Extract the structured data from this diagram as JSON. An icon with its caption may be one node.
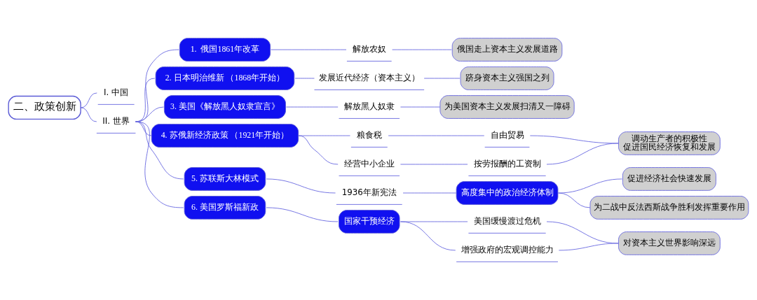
{
  "diagram": {
    "nodes": [
      {
        "text": [
          "二、政策创新"
        ]
      },
      {
        "text": [
          "I. 中国"
        ]
      },
      {
        "text": [
          "II. 世界"
        ]
      },
      {
        "text": [
          "1.  俄国1861年改革"
        ]
      },
      {
        "text": [
          "解放农奴"
        ]
      },
      {
        "text": [
          "俄国走上资本主义发展道路"
        ]
      },
      {
        "text": [
          "2. 日本明治维新 （1868年开始）"
        ]
      },
      {
        "text": [
          "发展近代经济（资本主义）"
        ]
      },
      {
        "text": [
          "跻身资本主义强国之列"
        ]
      },
      {
        "text": [
          "3. 美国《解放黑人奴隶宣言》"
        ]
      },
      {
        "text": [
          "解放黑人奴隶"
        ]
      },
      {
        "text": [
          "为美国资本主义发展扫清又一障碍"
        ]
      },
      {
        "text": [
          "4. 苏俄新经济政策 （1921年开始）"
        ]
      },
      {
        "text": [
          "粮食税"
        ]
      },
      {
        "text": [
          "自由贸易"
        ]
      },
      {
        "text": [
          "经营中小企业"
        ]
      },
      {
        "text": [
          "按劳报酬的工资制"
        ]
      },
      {
        "text": [
          "调动生产者的积极性",
          "促进国民经济恢复和发展"
        ]
      },
      {
        "text": [
          "5. 苏联斯大林模式"
        ]
      },
      {
        "text": [
          "1936年新宪法"
        ]
      },
      {
        "text": [
          "高度集中的政治经济体制"
        ]
      },
      {
        "text": [
          "促进经济社会快速发展"
        ]
      },
      {
        "text": [
          "为二战中反法西斯战争胜利发挥重要作用"
        ]
      },
      {
        "text": [
          "6. 美国罗斯福新政"
        ]
      },
      {
        "text": [
          "国家干预经济"
        ]
      },
      {
        "text": [
          "美国缓慢渡过危机"
        ]
      },
      {
        "text": [
          "增强政府的宏观调控能力"
        ]
      },
      {
        "text": [
          "对资本主义世界影响深远"
        ]
      }
    ],
    "edges": [
      {
        "from": 0,
        "to": 1,
        "arrow": "none"
      },
      {
        "from": 0,
        "to": 2,
        "arrow": "none"
      },
      {
        "from": 2,
        "to": 3,
        "arrow": "none"
      },
      {
        "from": 2,
        "to": 6,
        "arrow": "none"
      },
      {
        "from": 2,
        "to": 9,
        "arrow": "none"
      },
      {
        "from": 2,
        "to": 12,
        "arrow": "none"
      },
      {
        "from": 2,
        "to": 18,
        "arrow": "none"
      },
      {
        "from": 2,
        "to": 23,
        "arrow": "none"
      },
      {
        "from": 3,
        "to": 4,
        "arrow": "none"
      },
      {
        "from": 4,
        "to": 5,
        "arrow": "none"
      },
      {
        "from": 6,
        "to": 7,
        "arrow": "none"
      },
      {
        "from": 7,
        "to": 8,
        "arrow": "none"
      },
      {
        "from": 9,
        "to": 10,
        "arrow": "none"
      },
      {
        "from": 10,
        "to": 11,
        "arrow": "none"
      },
      {
        "from": 12,
        "to": 13,
        "arrow": "none"
      },
      {
        "from": 13,
        "to": 14,
        "arrow": "none"
      },
      {
        "from": 12,
        "to": 15,
        "arrow": "none"
      },
      {
        "from": 15,
        "to": 16,
        "arrow": "none"
      },
      {
        "from": 14,
        "to": 17,
        "arrow": "none"
      },
      {
        "from": 16,
        "to": 17,
        "arrow": "none"
      },
      {
        "from": 18,
        "to": 19,
        "arrow": "none"
      },
      {
        "from": 19,
        "to": 20,
        "arrow": "none"
      },
      {
        "from": 20,
        "to": 21,
        "arrow": "none"
      },
      {
        "from": 20,
        "to": 22,
        "arrow": "none"
      },
      {
        "from": 23,
        "to": 24,
        "arrow": "none"
      },
      {
        "from": 24,
        "to": 25,
        "arrow": "none"
      },
      {
        "from": 24,
        "to": 26,
        "arrow": "none"
      },
      {
        "from": 25,
        "to": 27,
        "arrow": "none"
      },
      {
        "from": 26,
        "to": 27,
        "arrow": "none"
      }
    ]
  }
}
